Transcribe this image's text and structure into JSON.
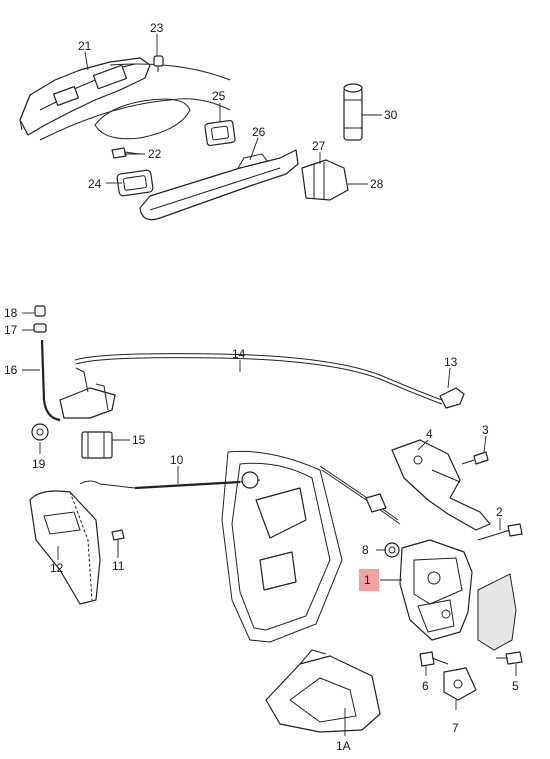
{
  "labels": {
    "p1": "1",
    "p1a": "1A",
    "p2": "2",
    "p3": "3",
    "p4": "4",
    "p5": "5",
    "p6": "6",
    "p7": "7",
    "p8": "8",
    "p10": "10",
    "p11": "11",
    "p12": "12",
    "p13": "13",
    "p14": "14",
    "p15": "15",
    "p16": "16",
    "p17": "17",
    "p18": "18",
    "p19": "19",
    "p21": "21",
    "p22": "22",
    "p23": "23",
    "p24": "24",
    "p25": "25",
    "p26": "26",
    "p27": "27",
    "p28": "28",
    "p30": "30"
  },
  "highlight_color": "#f2a3a0",
  "line_color": "#222222"
}
